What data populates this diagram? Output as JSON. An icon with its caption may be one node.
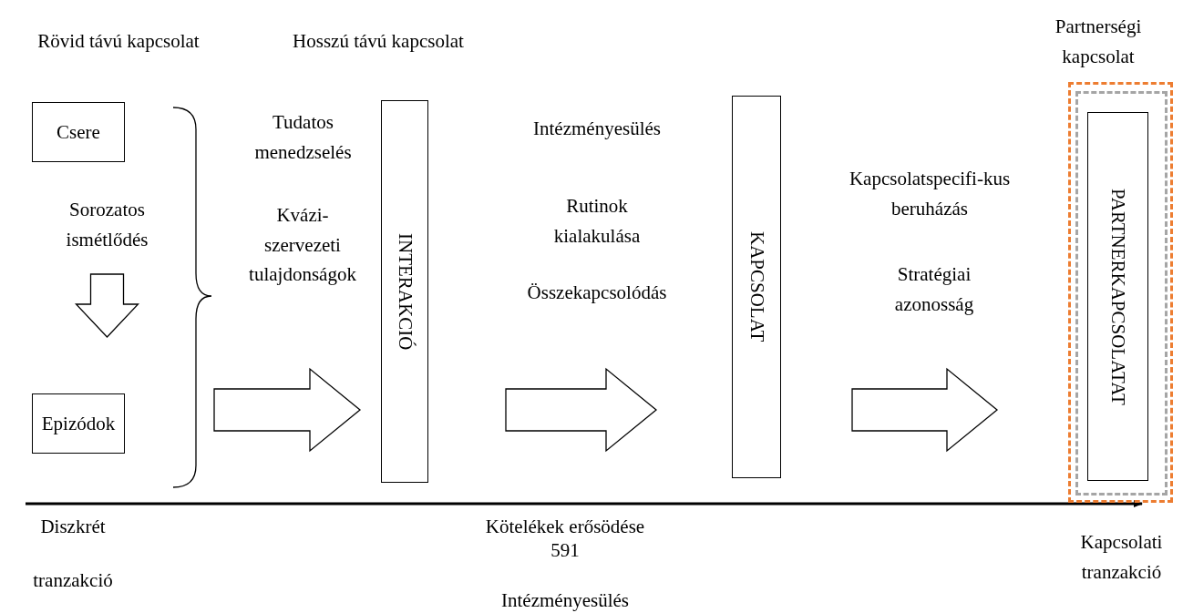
{
  "diagram": {
    "nodes": [
      {
        "text": [
          "Csere"
        ]
      },
      {
        "text": [
          "Sorozatos ismétlődés"
        ]
      },
      {
        "text": [
          "Epizódok"
        ]
      },
      {
        "text": [
          "INTERAKCIÓ"
        ]
      },
      {
        "text": [
          "KAPCSOLAT"
        ]
      },
      {
        "text": [],
        "shape": "box"
      },
      {
        "text": [],
        "shape": "box",
        "in": 5
      },
      {
        "text": [
          "PARTNERKAPCSOLATAT"
        ],
        "in": 6
      }
    ],
    "edges": [
      {
        "from": 1,
        "to": 2,
        "arrow": "to"
      },
      {
        "from": null,
        "to": 3,
        "arrow": "to"
      },
      {
        "from": 3,
        "to": 4,
        "arrow": "to"
      },
      {
        "from": 4,
        "to": 7,
        "arrow": "to"
      }
    ],
    "labels": [
      "Rövid távú kapcsolat",
      "Hosszú távú kapcsolat",
      "Partnerségi kapcsolat",
      "Tudatos menedzselés",
      "Kvázi-szervezeti tulajdonságok",
      "Intézményesülés",
      "Rutinok kialakulása",
      "Összekapcsolódás",
      "Kapcsolatspecifi-kus beruházás",
      "Stratégiai azonosság",
      "Diszkrét",
      "tranzakció",
      "Kötelékek erősödése",
      "591",
      "Intézményesülés",
      "Kapcsolati tranzakció"
    ]
  }
}
